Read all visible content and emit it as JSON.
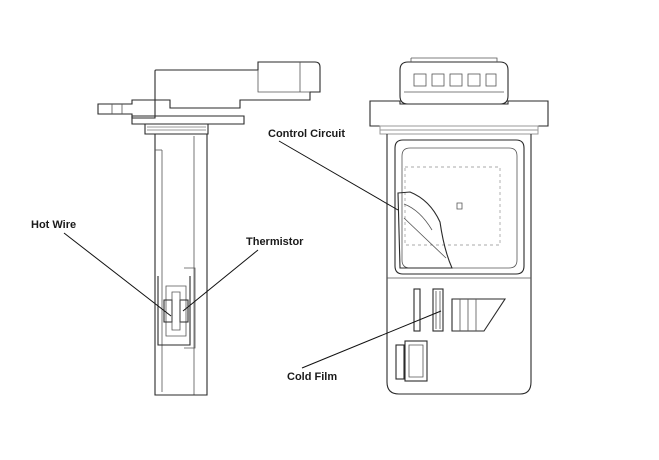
{
  "labels": {
    "control_circuit": "Control Circuit",
    "hot_wire": "Hot Wire",
    "thermistor": "Thermistor",
    "cold_film": "Cold Film"
  }
}
